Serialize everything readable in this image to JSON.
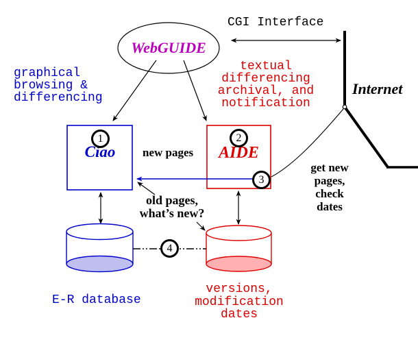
{
  "diagram": {
    "title_node": {
      "label": "WebGUIDE"
    },
    "cgi": {
      "label": "CGI Interface"
    },
    "internet": {
      "label": "Internet"
    },
    "nodes": {
      "ciao": {
        "label": "Ciao",
        "number": "1"
      },
      "aide": {
        "label": "AIDE",
        "number": "2"
      },
      "step3": {
        "number": "3"
      },
      "step4": {
        "number": "4"
      }
    },
    "notes": {
      "graphical": "graphical\nbrowsing &\ndifferencing",
      "textual": "textual\ndifferencing\narchival, and\nnotification",
      "new_pages": "new pages",
      "old_pages": "old pages,\nwhat’s new?",
      "get_new": "get new\npages,\ncheck\ndates",
      "er_database": "E-R database",
      "versions": "versions,\nmodification\ndates"
    },
    "colors": {
      "blue": "#0000cc",
      "red": "#dd0000",
      "magenta": "#bb00bb",
      "lavender_fill": "#c0c0f0",
      "pink_fill": "#ffb0b0",
      "black": "#000000"
    }
  }
}
